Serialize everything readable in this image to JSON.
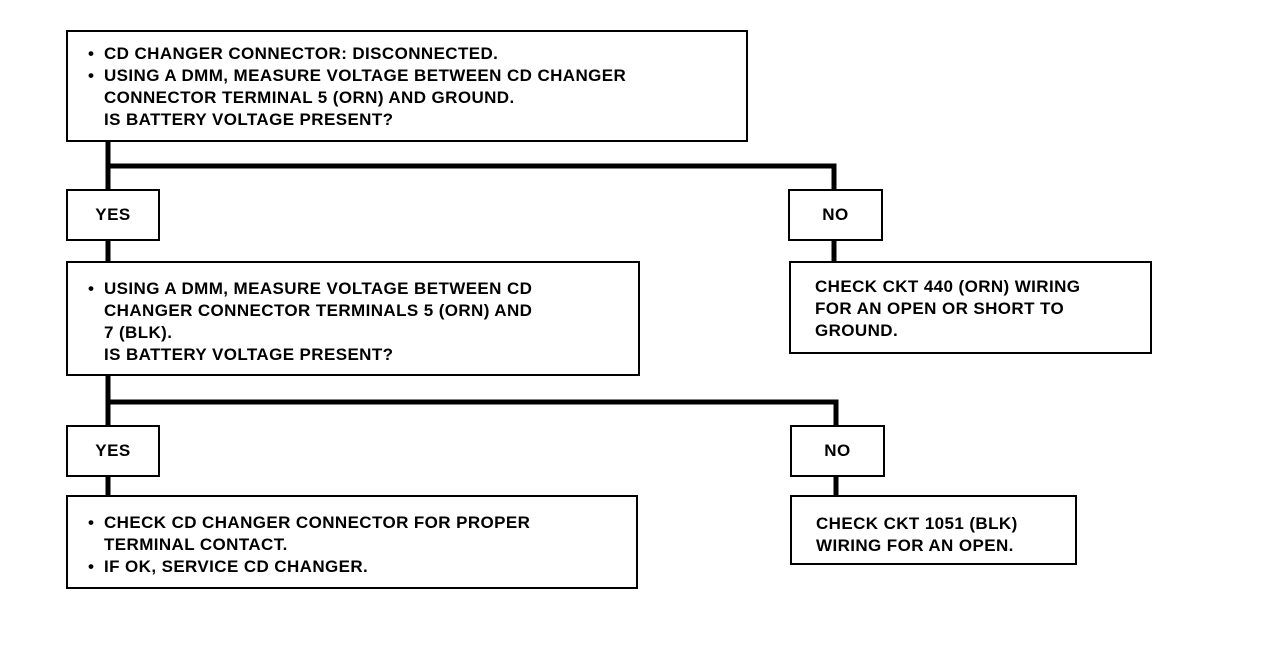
{
  "step1": {
    "lines": [
      {
        "text": "CD CHANGER CONNECTOR: DISCONNECTED.",
        "bullet": true
      },
      {
        "text": "USING A DMM, MEASURE VOLTAGE BETWEEN CD CHANGER",
        "bullet": true
      },
      {
        "text": "CONNECTOR TERMINAL 5 (ORN) AND GROUND.",
        "bullet": false
      },
      {
        "text": "IS BATTERY VOLTAGE PRESENT?",
        "bullet": false
      }
    ]
  },
  "branch1": {
    "yes_label": "YES",
    "no_label": "NO"
  },
  "step2": {
    "lines": [
      {
        "text": "USING A DMM, MEASURE VOLTAGE BETWEEN CD",
        "bullet": true
      },
      {
        "text": "CHANGER CONNECTOR TERMINALS 5 (ORN) AND",
        "bullet": false
      },
      {
        "text": "7 (BLK).",
        "bullet": false
      },
      {
        "text": "IS BATTERY VOLTAGE PRESENT?",
        "bullet": false
      }
    ]
  },
  "result_no1": {
    "lines": [
      {
        "text": "CHECK CKT 440 (ORN) WIRING",
        "bullet": false
      },
      {
        "text": "FOR AN OPEN OR SHORT TO",
        "bullet": false
      },
      {
        "text": "GROUND.",
        "bullet": false
      }
    ]
  },
  "branch2": {
    "yes_label": "YES",
    "no_label": "NO"
  },
  "result_yes2": {
    "lines": [
      {
        "text": "CHECK CD CHANGER CONNECTOR FOR PROPER",
        "bullet": true
      },
      {
        "text": "TERMINAL CONTACT.",
        "bullet": false
      },
      {
        "text": "IF OK, SERVICE CD CHANGER.",
        "bullet": true
      }
    ]
  },
  "result_no2": {
    "lines": [
      {
        "text": "CHECK CKT 1051 (BLK)",
        "bullet": false
      },
      {
        "text": "WIRING FOR AN OPEN.",
        "bullet": false
      }
    ]
  },
  "colors": {
    "ink": "#000000",
    "paper": "#ffffff"
  }
}
